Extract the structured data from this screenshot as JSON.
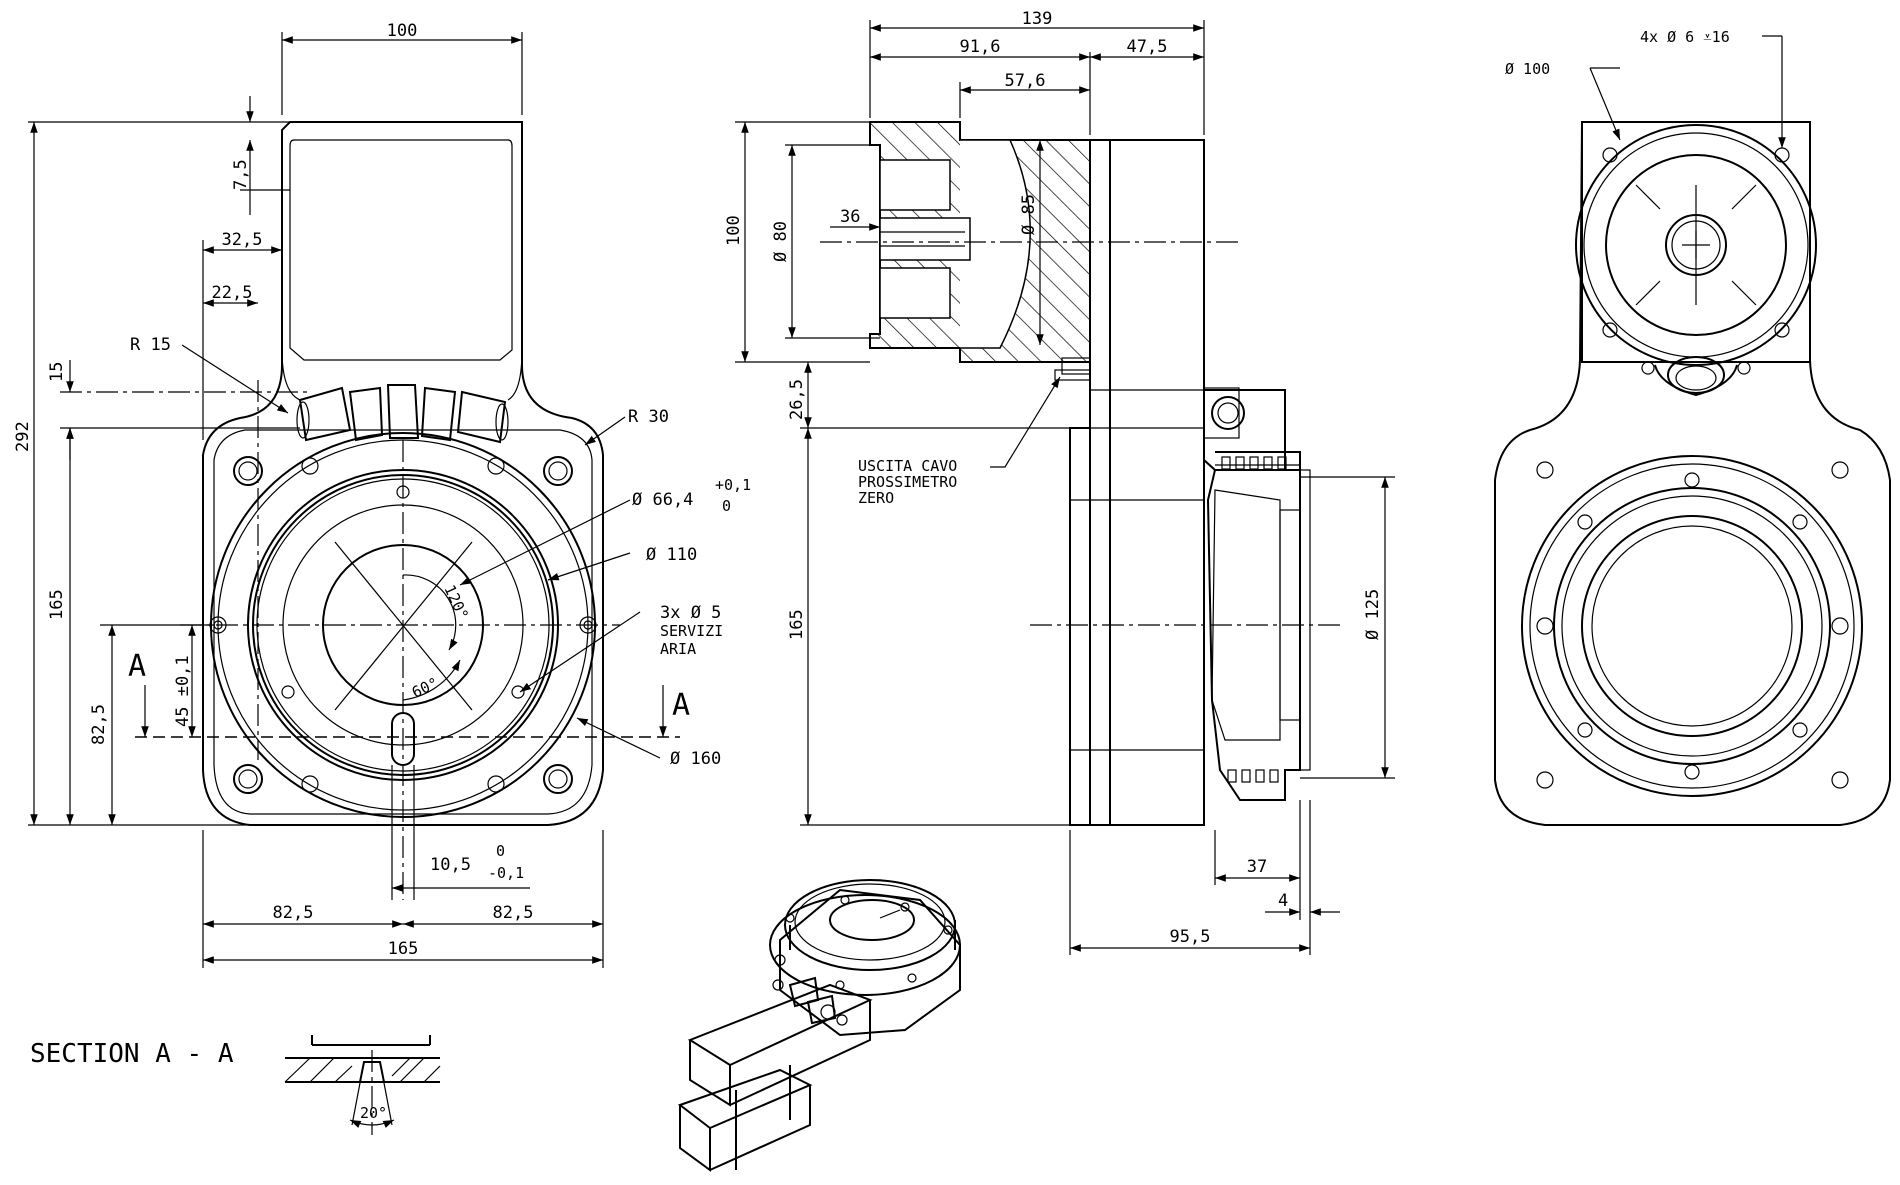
{
  "colors": {
    "ink": "#000000",
    "paper": "#ffffff"
  },
  "front_view": {
    "dim_100": "100",
    "dim_7_5": "7,5",
    "dim_32_5": "32,5",
    "dim_22_5": "22,5",
    "r15": "R 15",
    "r30": "R 30",
    "dim_15": "15",
    "dim_292": "292",
    "dim_165_v": "165",
    "dim_82_5_v": "82,5",
    "dim_45": "45 ±0,1",
    "dia_66_4": "Ø 66,4",
    "dia_66_4_tol_upper": "+0,1",
    "dia_66_4_tol_lower": "0",
    "dia_110": "Ø 110",
    "holes_3x5": "3x Ø 5",
    "servizi": "SERVIZI",
    "aria": "ARIA",
    "dia_160": "Ø 160",
    "angle_120": "120°",
    "angle_60": "60°",
    "section_mark": "A",
    "dim_10_5": "10,5",
    "dim_10_5_tol_upper": "0",
    "dim_10_5_tol_lower": "-0,1",
    "dim_82_5_left": "82,5",
    "dim_82_5_right": "82,5",
    "dim_165_h": "165"
  },
  "side_view": {
    "dim_139": "139",
    "dim_91_6": "91,6",
    "dim_47_5": "47,5",
    "dim_57_6": "57,6",
    "dim_100": "100",
    "dia_80": "Ø 80",
    "dim_36": "36",
    "dia_85": "Ø 85",
    "dim_26_5": "26,5",
    "callout_1": "USCITA CAVO",
    "callout_2": "PROSSIMETRO",
    "callout_3": "ZERO",
    "dim_165": "165",
    "dia_125": "Ø 125",
    "dim_37": "37",
    "dim_4": "4",
    "dim_95_5": "95,5"
  },
  "rear_view": {
    "dia_100": "Ø 100",
    "holes_4x6": "4x Ø 6 ⩡16"
  },
  "section": {
    "title": "SECTION A - A",
    "angle_20": "20°"
  }
}
